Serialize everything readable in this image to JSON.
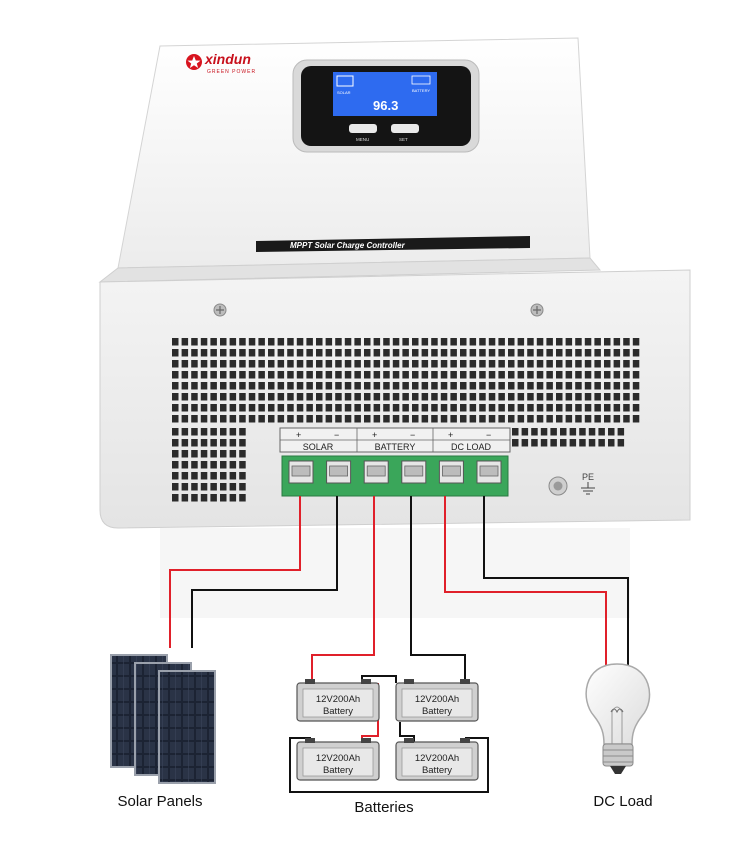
{
  "brand": {
    "name": "xindun",
    "tagline": "GREEN POWER"
  },
  "device": {
    "model_label": "MPPT Solar Charge Controller",
    "lcd": {
      "solar_label": "SOLAR",
      "battery_label": "BATTERY",
      "reading": "96.3"
    },
    "buttons": {
      "menu": "MENU",
      "set": "SET"
    },
    "terminals": {
      "solar": "SOLAR",
      "battery": "BATTERY",
      "dc_load": "DC LOAD",
      "plus": "+",
      "minus": "−"
    },
    "pe_label": "PE"
  },
  "batteries": [
    {
      "capacity": "12V200Ah",
      "type": "Battery"
    },
    {
      "capacity": "12V200Ah",
      "type": "Battery"
    },
    {
      "capacity": "12V200Ah",
      "type": "Battery"
    },
    {
      "capacity": "12V200Ah",
      "type": "Battery"
    }
  ],
  "captions": {
    "solar_panels": "Solar Panels",
    "batteries": "Batteries",
    "dc_load": "DC Load"
  },
  "colors": {
    "positive_wire": "#e0202a",
    "negative_wire": "#111111",
    "terminal_green": "#3aa65a",
    "lcd_blue": "#2e6bf0"
  }
}
